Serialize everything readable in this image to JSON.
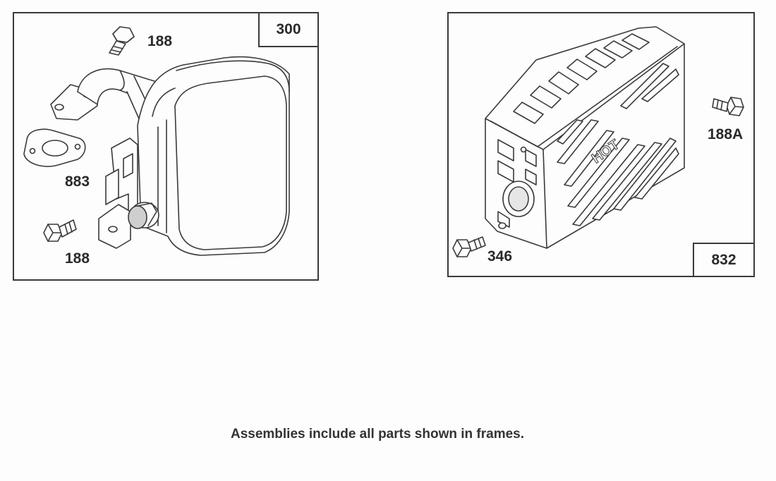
{
  "assemblies": {
    "left_frame_label": "300",
    "right_frame_label": "832"
  },
  "callouts": {
    "bolt_top": "188",
    "gasket": "883",
    "bolt_bottom": "188",
    "screw_right": "188A",
    "screw_guard": "346"
  },
  "guard_stamp": "HOT",
  "footnote": "Assemblies include all parts shown in frames."
}
